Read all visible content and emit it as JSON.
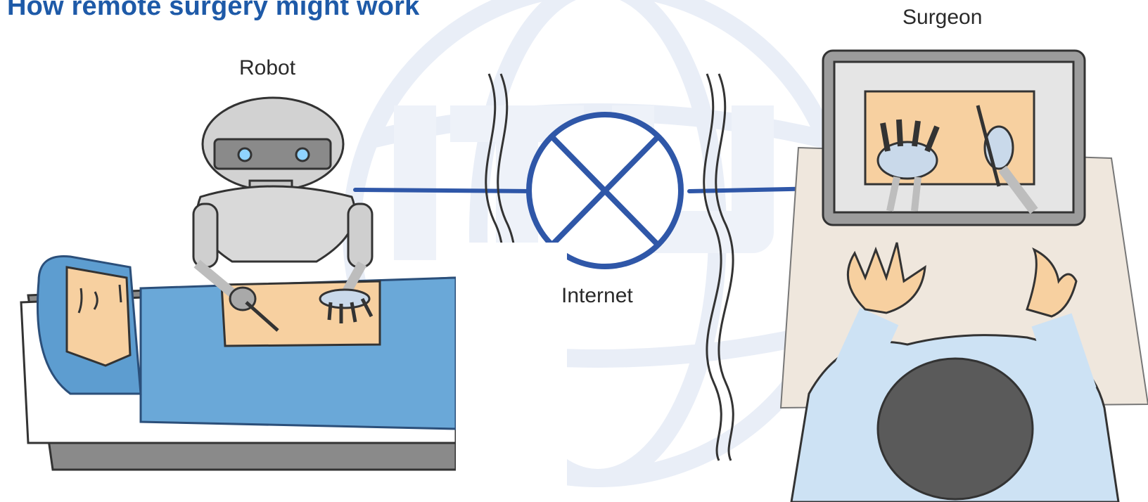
{
  "title": "How remote surgery might work",
  "labels": {
    "robot": "Robot",
    "internet": "Internet",
    "surgeon": "Surgeon"
  },
  "colors": {
    "title": "#1e5aa8",
    "link_line": "#2f57a8",
    "sheet": "#6aa8d8",
    "skin": "#f7d0a0",
    "desk": "#efe7dd",
    "shirt": "#cde2f4",
    "watermark": "#e9eef7"
  }
}
